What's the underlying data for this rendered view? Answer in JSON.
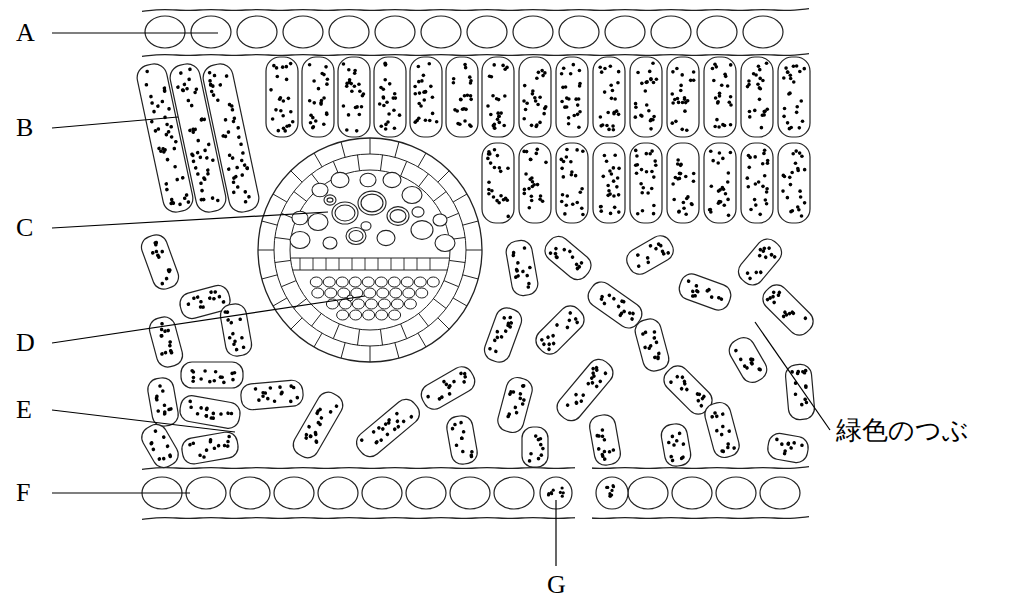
{
  "diagram": {
    "labels": [
      "A",
      "B",
      "C",
      "D",
      "E",
      "F",
      "G",
      "緑色のつぶ"
    ]
  }
}
